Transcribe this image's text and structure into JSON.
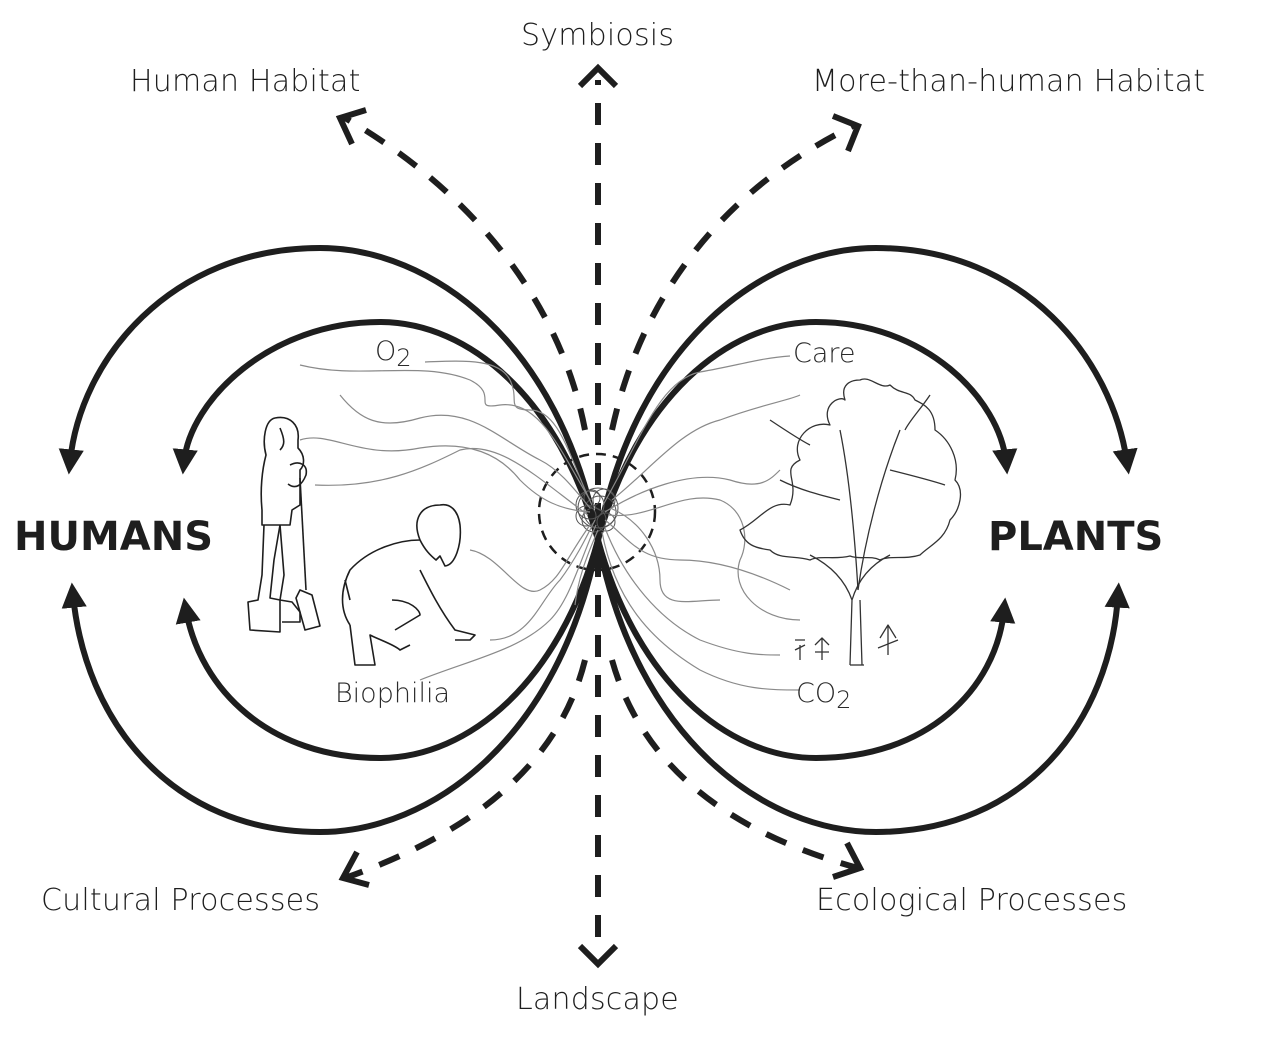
{
  "title": "Humans and Plants symbiosis diagram",
  "entities": {
    "left": "HUMANS",
    "right": "PLANTS"
  },
  "directions": {
    "top": "Symbiosis",
    "bottom": "Landscape",
    "top_left": "Human Habitat",
    "top_right": "More-than-human Habitat",
    "bottom_left": "Cultural Processes",
    "bottom_right": "Ecological Processes"
  },
  "flows": {
    "o2": {
      "base": "O",
      "sub": "2"
    },
    "co2": {
      "base": "CO",
      "sub": "2"
    },
    "care": "Care",
    "biophilia": "Biophilia"
  },
  "illustrations": {
    "left": "two people gardening (standing with shovel, crouching planting)",
    "right": "tree with small seedlings"
  },
  "colors": {
    "ink": "#1e1e1e",
    "thread": "#8a8a8a",
    "background": "#ffffff"
  }
}
